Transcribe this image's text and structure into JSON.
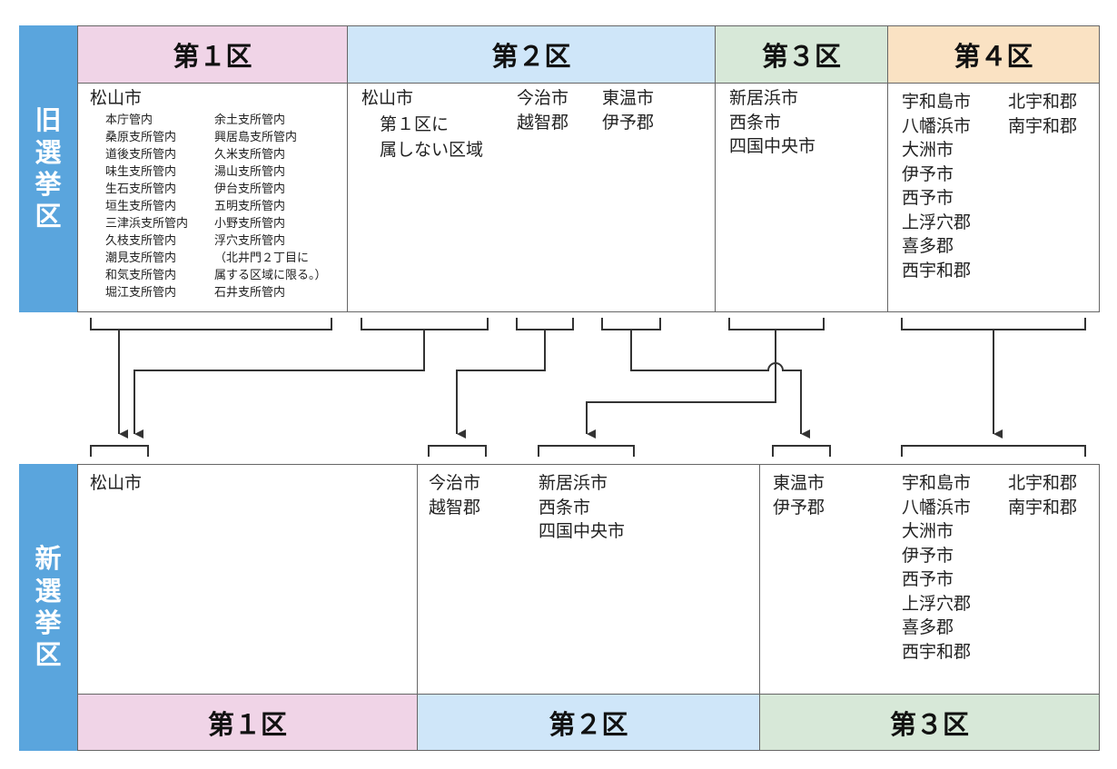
{
  "old": {
    "side_label": [
      "旧",
      "選",
      "挙",
      "区"
    ],
    "headers": [
      "第１区",
      "第２区",
      "第３区",
      "第４区"
    ],
    "d1": {
      "city": "松山市",
      "left": [
        "本庁管内",
        "桑原支所管内",
        "道後支所管内",
        "味生支所管内",
        "生石支所管内",
        "垣生支所管内",
        "三津浜支所管内",
        "久枝支所管内",
        "潮見支所管内",
        "和気支所管内",
        "堀江支所管内"
      ],
      "right": [
        "余土支所管内",
        "興居島支所管内",
        "久米支所管内",
        "湯山支所管内",
        "伊台支所管内",
        "五明支所管内",
        "小野支所管内",
        "浮穴支所管内",
        "（北井門２丁目に",
        "属する区域に限る。）",
        "石井支所管内"
      ]
    },
    "d2": {
      "a": [
        "松山市",
        "第１区に",
        "属しない区域"
      ],
      "b": [
        "今治市",
        "越智郡"
      ],
      "c": [
        "東温市",
        "伊予郡"
      ]
    },
    "d3": [
      "新居浜市",
      "西条市",
      "四国中央市"
    ],
    "d4": {
      "left": [
        "宇和島市",
        "八幡浜市",
        "大洲市",
        "伊予市",
        "西予市",
        "上浮穴郡",
        "喜多郡",
        "西宇和郡"
      ],
      "right": [
        "北宇和郡",
        "南宇和郡"
      ]
    }
  },
  "new": {
    "side_label": [
      "新",
      "選",
      "挙",
      "区"
    ],
    "footers": [
      "第１区",
      "第２区",
      "第３区"
    ],
    "d1": [
      "松山市"
    ],
    "d2": {
      "a": [
        "今治市",
        "越智郡"
      ],
      "b": [
        "新居浜市",
        "西条市",
        "四国中央市"
      ]
    },
    "d3": {
      "a": [
        "東温市",
        "伊予郡"
      ],
      "b_left": [
        "宇和島市",
        "八幡浜市",
        "大洲市",
        "伊予市",
        "西予市",
        "上浮穴郡",
        "喜多郡",
        "西宇和郡"
      ],
      "b_right": [
        "北宇和郡",
        "南宇和郡"
      ]
    }
  },
  "colors": {
    "sidebar": "#5aa5dd",
    "district1": "#f0d4e7",
    "district2": "#cfe6f9",
    "district3": "#d7e8d8",
    "district4": "#fae2c3",
    "line": "#333333"
  }
}
